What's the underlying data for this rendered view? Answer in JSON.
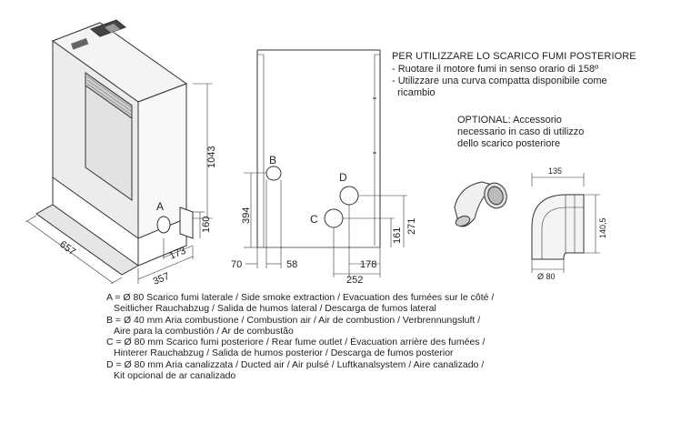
{
  "notes": {
    "title": "PER UTILIZZARE LO SCARICO FUMI POSTERIORE",
    "items": [
      "- Ruotare il motore fumi  in senso orario di 158º",
      "- Utilizzare una curva compatta disponibile come",
      "  ricambio"
    ],
    "optional": [
      "OPTIONAL: Accessorio",
      "necessario in caso di utilizzo",
      "dello scarico posteriore"
    ]
  },
  "dimensions": {
    "height": "1043",
    "width": "657",
    "depth": "357",
    "a_height": "160",
    "a_offset": "173",
    "b_height": "394",
    "b_left": "70",
    "b_width": "58",
    "c_height": "161",
    "d_height": "271",
    "c_offset": "178",
    "d_offset": "252",
    "elbow_width": "135",
    "elbow_height": "140,5",
    "elbow_dia": "Ø 80"
  },
  "markers": {
    "a": "A",
    "b": "B",
    "c": "C",
    "d": "D"
  },
  "legend": [
    "A = Ø 80 Scarico fumi laterale / Side smoke extraction / Evacuation des fumées sur le côté /",
    "Seitlicher Rauchabzug / Salida de humos lateral / Descarga de fumos lateral",
    "B = Ø 40 mm Aria combustione / Combustion air / Air de combustion / Verbrennungsluft /",
    "Aire para la combustión / Ar de combustão",
    "C = Ø 80 mm Scarico fumi posteriore / Rear fume outlet / Évacuation arrière des fumées /",
    "Hinterer Rauchabzug / Salida de humos posterior / Descarga de fumos posterior",
    "D = Ø 80 mm Aria canalizzata / Ducted air / Air pulsé / Luftkanalsystem / Aire canalizado /",
    "Kit opcional de ar canalizado"
  ]
}
